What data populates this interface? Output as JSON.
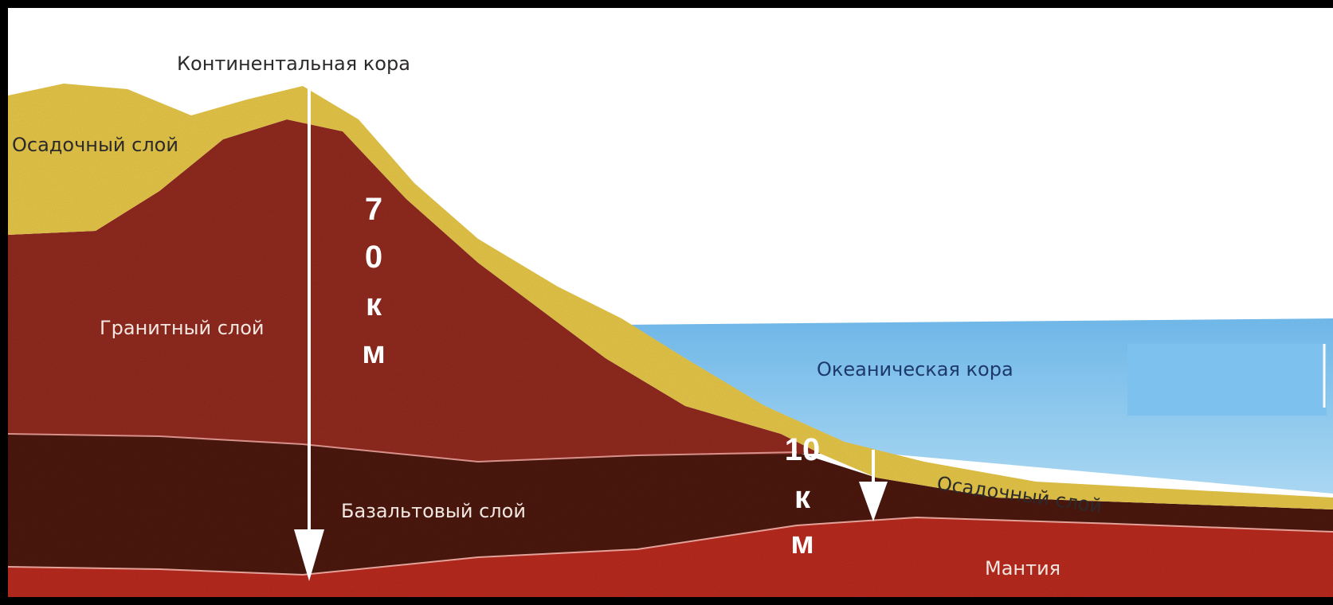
{
  "labels": {
    "continental_crust": "Континентальная кора",
    "sedimentary_layer_land": "Осадочный слой",
    "granite_layer": "Гранитный слой",
    "basalt_layer": "Базальтовый слой",
    "oceanic_crust": "Океаническая кора",
    "sedimentary_layer_ocean": "Осадочный слой",
    "mantle": "Мантия"
  },
  "thickness_marks": {
    "continental": [
      "7",
      "0",
      "к",
      "м"
    ],
    "oceanic": [
      "10",
      "к",
      "м"
    ]
  },
  "colors": {
    "background": "#000000",
    "sky": "#ffffff",
    "ocean": "#7ec0ea",
    "sediment": "#e2c347",
    "granite": "#8e2a20",
    "basalt": "#4a1512",
    "mantle": "#b52a1d",
    "arrows": "#ffffff"
  }
}
